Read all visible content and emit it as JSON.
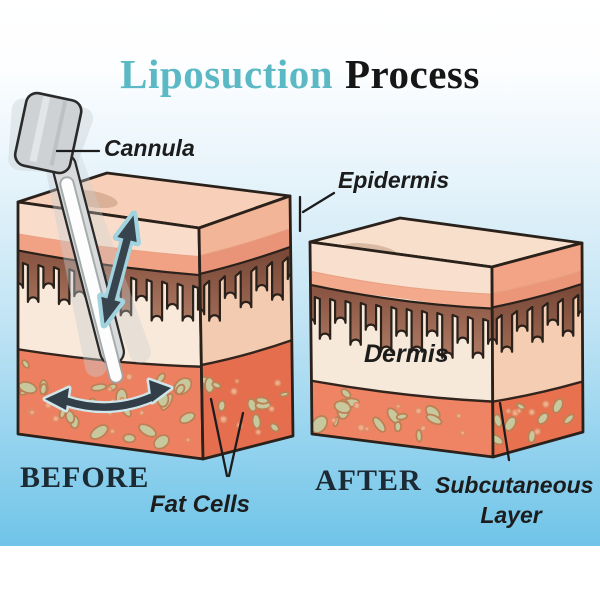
{
  "title": {
    "accent": "Liposuction",
    "rest": "Process"
  },
  "labels": {
    "cannula": "Cannula",
    "epidermis": "Epidermis",
    "dermis": "Dermis",
    "fat_cells": "Fat Cells",
    "subcutaneous": "Subcutaneous",
    "subcutaneous_2": "Layer",
    "before": "BEFORE",
    "after": "AFTER"
  },
  "colors": {
    "bg_top": "#ffffff",
    "bg_bottom": "#70c4e8",
    "strip": "#ffffff",
    "title_accent": "#5bb9c5",
    "title_text": "#161616",
    "heading_text": "#1b2a33",
    "label_text": "#1c1c1c",
    "outline": "#2a211b",
    "leader": "#1c1c1c",
    "top_face_before": "#f8d0ba",
    "top_face_after": "#f7dfcc",
    "epidermis_front": "#f9dcca",
    "salmon_front": "#f1a285",
    "brown_dark": "#8a5643",
    "brown_light": "#b5826b",
    "dermis_front": "#f8e9da",
    "fat_front": "#ee8062",
    "epidermis_side": "#f3b598",
    "salmon_side": "#e99478",
    "brown_side_dark": "#7b4a39",
    "brown_side_light": "#a5715a",
    "dermis_side": "#f3cbb0",
    "fat_side": "#e56e4f",
    "epidermis_front2": "#f9e0ce",
    "salmon_front2": "#f3a98b",
    "dermis_front2": "#f7e9da",
    "fat_front2": "#ef8465",
    "epidermis_side2": "#f3a486",
    "salmon_side2": "#eb9679",
    "dermis_side2": "#f4cdb2",
    "fat_side2": "#e8724f",
    "fat_cell": "#c7c89d",
    "fat_cell_stroke": "#bd8055",
    "fat_dot": "#f3ab8a",
    "fat_dot_stroke": "#dd8e67",
    "line_a_stroke": "#e9a183",
    "fat_line_stroke": "#33251d",
    "cannula_body": "#cfd2d4",
    "cannula_shaft": "#d8dadb",
    "cannula_tube": "#fdfdfd",
    "cannula_outline": "#2a2a2a",
    "cannula_ghost": "#c9d0d3",
    "smudge": "#a97c5e",
    "arrow_dark": "#38444d",
    "arrow_halo": "#a2d4e0",
    "arrow2": "#333f48",
    "arrow2_halo": "#cfe7ec"
  }
}
